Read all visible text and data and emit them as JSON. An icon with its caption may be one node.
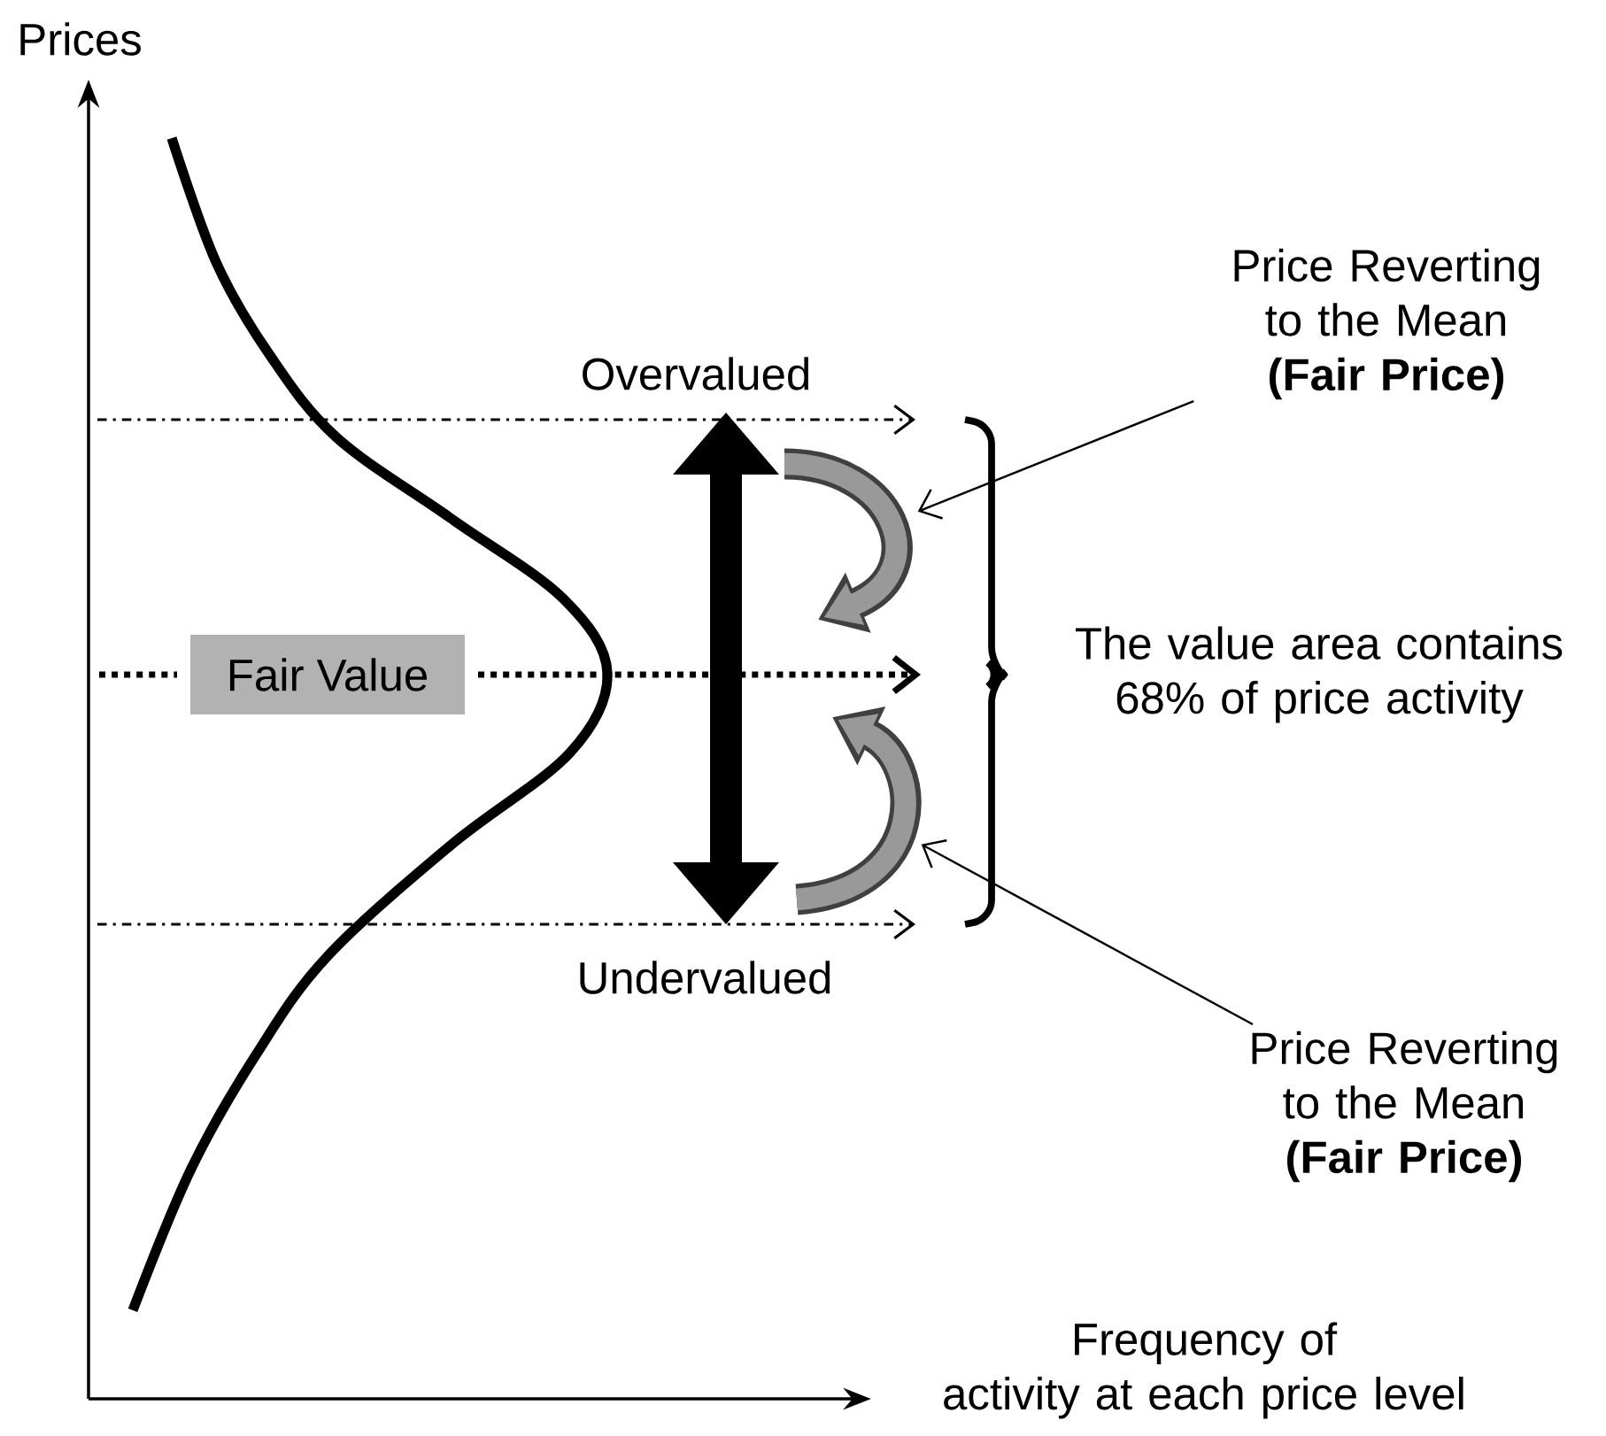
{
  "diagram": {
    "nodes": [
      {
        "text": [
          "Fair Value"
        ]
      },
      {
        "text": [
          "Price Reverting to the Mean",
          "(Fair Price)"
        ]
      },
      {
        "text": [],
        "shape": "arrow"
      },
      {
        "text": [
          "Price Reverting to the Mean",
          "(Fair Price)"
        ]
      },
      {
        "text": [],
        "shape": "arrow"
      }
    ],
    "edges": [
      {
        "from": 1,
        "to": 2,
        "arrow": "to"
      },
      {
        "from": 3,
        "to": 4,
        "arrow": "to"
      }
    ],
    "labels": [
      "Prices",
      "Overvalued",
      "The value area contains 68% of price activity",
      "Undervalued",
      "Frequency of activity at each price level"
    ]
  }
}
